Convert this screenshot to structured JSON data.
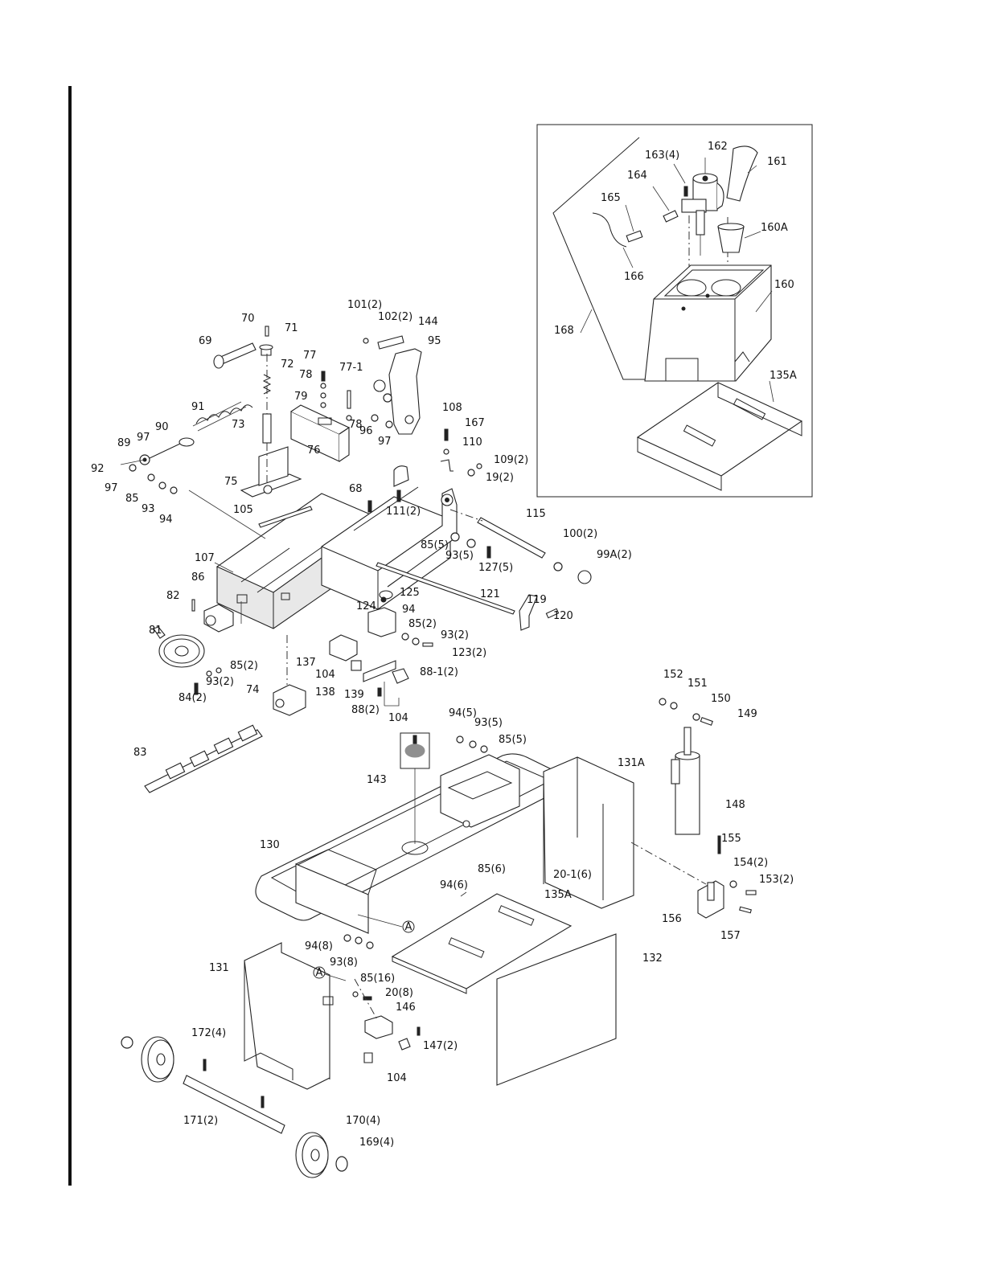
{
  "labels": [
    {
      "id": "l-101",
      "text": "101(2)"
    },
    {
      "id": "l-102",
      "text": "102(2)"
    },
    {
      "id": "l-144",
      "text": "144"
    },
    {
      "id": "l-95",
      "text": "95"
    },
    {
      "id": "l-70",
      "text": "70"
    },
    {
      "id": "l-71",
      "text": "71"
    },
    {
      "id": "l-69",
      "text": "69"
    },
    {
      "id": "l-72",
      "text": "72"
    },
    {
      "id": "l-77",
      "text": "77"
    },
    {
      "id": "l-77-1",
      "text": "77-1"
    },
    {
      "id": "l-78a",
      "text": "78"
    },
    {
      "id": "l-79",
      "text": "79"
    },
    {
      "id": "l-78b",
      "text": "78"
    },
    {
      "id": "l-91",
      "text": "91"
    },
    {
      "id": "l-90",
      "text": "90"
    },
    {
      "id": "l-73",
      "text": "73"
    },
    {
      "id": "l-76",
      "text": "76"
    },
    {
      "id": "l-96",
      "text": "96"
    },
    {
      "id": "l-97a",
      "text": "97"
    },
    {
      "id": "l-108",
      "text": "108"
    },
    {
      "id": "l-167",
      "text": "167"
    },
    {
      "id": "l-110",
      "text": "110"
    },
    {
      "id": "l-109",
      "text": "109(2)"
    },
    {
      "id": "l-19",
      "text": "19(2)"
    },
    {
      "id": "l-89",
      "text": "89"
    },
    {
      "id": "l-97b",
      "text": "97"
    },
    {
      "id": "l-92",
      "text": "92"
    },
    {
      "id": "l-97c",
      "text": "97"
    },
    {
      "id": "l-85a",
      "text": "85"
    },
    {
      "id": "l-93a",
      "text": "93"
    },
    {
      "id": "l-94a",
      "text": "94"
    },
    {
      "id": "l-75",
      "text": "75"
    },
    {
      "id": "l-68",
      "text": "68"
    },
    {
      "id": "l-111",
      "text": "111(2)"
    },
    {
      "id": "l-105",
      "text": "105"
    },
    {
      "id": "l-115",
      "text": "115"
    },
    {
      "id": "l-85-5",
      "text": "85(5)"
    },
    {
      "id": "l-93-5",
      "text": "93(5)"
    },
    {
      "id": "l-127",
      "text": "127(5)"
    },
    {
      "id": "l-100",
      "text": "100(2)"
    },
    {
      "id": "l-99a",
      "text": "99A(2)"
    },
    {
      "id": "l-107",
      "text": "107"
    },
    {
      "id": "l-86",
      "text": "86"
    },
    {
      "id": "l-82",
      "text": "82"
    },
    {
      "id": "l-81",
      "text": "81"
    },
    {
      "id": "l-125",
      "text": "125"
    },
    {
      "id": "l-124",
      "text": "124"
    },
    {
      "id": "l-94b",
      "text": "94"
    },
    {
      "id": "l-121",
      "text": "121"
    },
    {
      "id": "l-119",
      "text": "119"
    },
    {
      "id": "l-120",
      "text": "120"
    },
    {
      "id": "l-85-2a",
      "text": "85(2)"
    },
    {
      "id": "l-93-2a",
      "text": "93(2)"
    },
    {
      "id": "l-123",
      "text": "123(2)"
    },
    {
      "id": "l-85-2b",
      "text": "85(2)"
    },
    {
      "id": "l-93-2b",
      "text": "93(2)"
    },
    {
      "id": "l-84",
      "text": "84(2)"
    },
    {
      "id": "l-137",
      "text": "137"
    },
    {
      "id": "l-104a",
      "text": "104"
    },
    {
      "id": "l-88-1",
      "text": "88-1(2)"
    },
    {
      "id": "l-138",
      "text": "138"
    },
    {
      "id": "l-139",
      "text": "139"
    },
    {
      "id": "l-88",
      "text": "88(2)"
    },
    {
      "id": "l-104b",
      "text": "104"
    },
    {
      "id": "l-74",
      "text": "74"
    },
    {
      "id": "l-83",
      "text": "83"
    },
    {
      "id": "l-94-5",
      "text": "94(5)"
    },
    {
      "id": "l-93-5b",
      "text": "93(5)"
    },
    {
      "id": "l-85-5b",
      "text": "85(5)"
    },
    {
      "id": "l-143",
      "text": "143"
    },
    {
      "id": "l-131a",
      "text": "131A"
    },
    {
      "id": "l-152",
      "text": "152"
    },
    {
      "id": "l-151",
      "text": "151"
    },
    {
      "id": "l-150",
      "text": "150"
    },
    {
      "id": "l-149",
      "text": "149"
    },
    {
      "id": "l-148",
      "text": "148"
    },
    {
      "id": "l-130",
      "text": "130"
    },
    {
      "id": "l-155",
      "text": "155"
    },
    {
      "id": "l-154",
      "text": "154(2)"
    },
    {
      "id": "l-153",
      "text": "153(2)"
    },
    {
      "id": "l-20-1",
      "text": "20-1(6)"
    },
    {
      "id": "l-94-6",
      "text": "94(6)"
    },
    {
      "id": "l-85-6",
      "text": "85(6)"
    },
    {
      "id": "l-135a-b",
      "text": "135A"
    },
    {
      "id": "l-156",
      "text": "156"
    },
    {
      "id": "l-157",
      "text": "157"
    },
    {
      "id": "l-94-8",
      "text": "94(8)"
    },
    {
      "id": "l-93-8",
      "text": "93(8)"
    },
    {
      "id": "l-131",
      "text": "131"
    },
    {
      "id": "l-132",
      "text": "132"
    },
    {
      "id": "l-85-16",
      "text": "85(16)"
    },
    {
      "id": "l-20-8",
      "text": "20(8)"
    },
    {
      "id": "l-146",
      "text": "146"
    },
    {
      "id": "l-147",
      "text": "147(2)"
    },
    {
      "id": "l-104c",
      "text": "104"
    },
    {
      "id": "l-172",
      "text": "172(4)"
    },
    {
      "id": "l-171",
      "text": "171(2)"
    },
    {
      "id": "l-170",
      "text": "170(4)"
    },
    {
      "id": "l-169",
      "text": "169(4)"
    },
    {
      "id": "l-163",
      "text": "163(4)"
    },
    {
      "id": "l-162",
      "text": "162"
    },
    {
      "id": "l-161",
      "text": "161"
    },
    {
      "id": "l-164",
      "text": "164"
    },
    {
      "id": "l-165",
      "text": "165"
    },
    {
      "id": "l-160a",
      "text": "160A"
    },
    {
      "id": "l-166",
      "text": "166"
    },
    {
      "id": "l-160",
      "text": "160"
    },
    {
      "id": "l-168",
      "text": "168"
    },
    {
      "id": "l-135a",
      "text": "135A"
    }
  ],
  "ref_marks": [
    {
      "id": "ref-a1",
      "text": "A"
    },
    {
      "id": "ref-a2",
      "text": "A"
    }
  ]
}
